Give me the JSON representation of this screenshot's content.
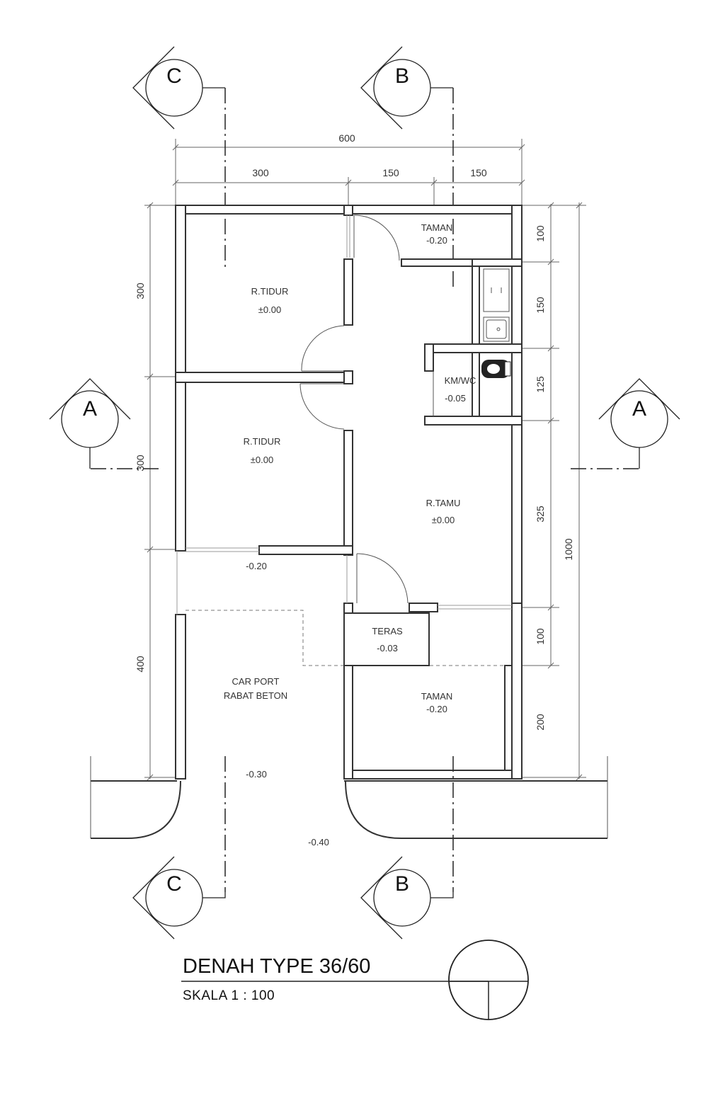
{
  "title": "DENAH TYPE 36/60",
  "scale": "SKALA 1 : 100",
  "section_markers": {
    "a": "A",
    "b": "B",
    "c": "C"
  },
  "rooms": {
    "bedroom_1": {
      "name": "R.TIDUR",
      "level": "±0.00"
    },
    "bedroom_2": {
      "name": "R.TIDUR",
      "level": "±0.00"
    },
    "living_room": {
      "name": "R.TAMU",
      "level": "±0.00"
    },
    "bathroom": {
      "name": "KM/WC",
      "level": "-0.05"
    },
    "garden_back": {
      "name": "TAMAN",
      "level": "-0.20"
    },
    "terrace": {
      "name": "TERAS",
      "level": "-0.03"
    },
    "garden_front": {
      "name": "TAMAN",
      "level": "-0.20"
    },
    "carport": {
      "name_line1": "CAR PORT",
      "name_line2": "RABAT BETON"
    }
  },
  "levels": {
    "below_bedroom": "-0.20",
    "carport_edge": "-0.30",
    "street": "-0.40"
  },
  "dimensions": {
    "top_total": "600",
    "top_parts": [
      "300",
      "150",
      "150"
    ],
    "left": [
      "300",
      "300",
      "400"
    ],
    "right": [
      "100",
      "150",
      "125",
      "325",
      "100",
      "200"
    ],
    "right_total": "1000"
  }
}
